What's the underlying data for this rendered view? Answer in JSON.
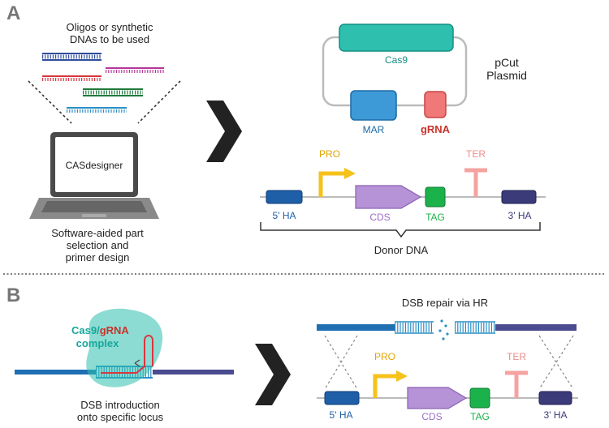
{
  "panel_a": {
    "label": "A",
    "oligos_caption_line1": "Oligos or synthetic",
    "oligos_caption_line2": "DNAs to be used",
    "laptop_text": "CASdesigner",
    "software_caption_line1": "Software-aided part",
    "software_caption_line2": "selection and",
    "software_caption_line3": "primer design",
    "plasmid": {
      "cas9": "Cas9",
      "mar": "MAR",
      "grna": "gRNA",
      "name_line1": "pCut",
      "name_line2": "Plasmid"
    },
    "donor": {
      "pro": "PRO",
      "ter": "TER",
      "ha5": "5' HA",
      "cds": "CDS",
      "tag": "TAG",
      "ha3": "3' HA",
      "caption": "Donor DNA"
    }
  },
  "panel_b": {
    "label": "B",
    "complex_line1_a": "Cas9/",
    "complex_line1_b": "gRNA",
    "complex_line2": "complex",
    "dsb_caption_line1": "DSB introduction",
    "dsb_caption_line2": "onto specific locus",
    "repair_title": "DSB repair via HR",
    "donor": {
      "pro": "PRO",
      "ter": "TER",
      "ha5": "5' HA",
      "cds": "CDS",
      "tag": "TAG",
      "ha3": "3' HA"
    }
  },
  "colors": {
    "cas9": "#2ebfae",
    "mar": "#3d9ad6",
    "grna": "#f07878",
    "pro": "#f5c21b",
    "ter": "#f4a3a0",
    "cds": "#b692d6",
    "tag": "#1bb14b",
    "ha5": "#1f5fa8",
    "ha3": "#3b3b7a",
    "genome_blue": "#1f6fb2",
    "genome_purple": "#4b4b8f",
    "arrow": "#222222"
  }
}
